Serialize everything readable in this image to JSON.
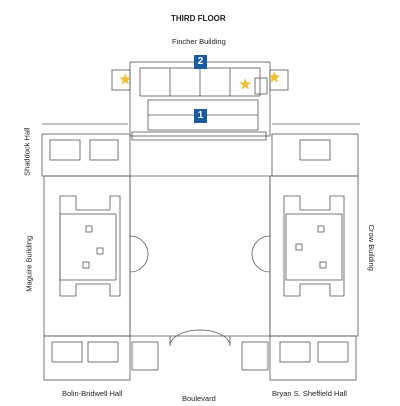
{
  "map": {
    "title": "THIRD FLOOR",
    "buildings": {
      "top": "Fincher Building",
      "left_upper": "Shaddock Hall",
      "left_lower": "Maguire Building",
      "right": "Crow Building",
      "bottom_left": "Bolin-Bridwell Hall",
      "bottom_center": "Boulevard",
      "bottom_right": "Bryan S. Sheffield Hall"
    },
    "markers": [
      {
        "label": "1",
        "color": "#1a5aa0"
      },
      {
        "label": "2",
        "color": "#1a5aa0"
      }
    ],
    "star_icon": "star-icon",
    "star_color": "#f2c12e",
    "line_color": "#555555"
  }
}
